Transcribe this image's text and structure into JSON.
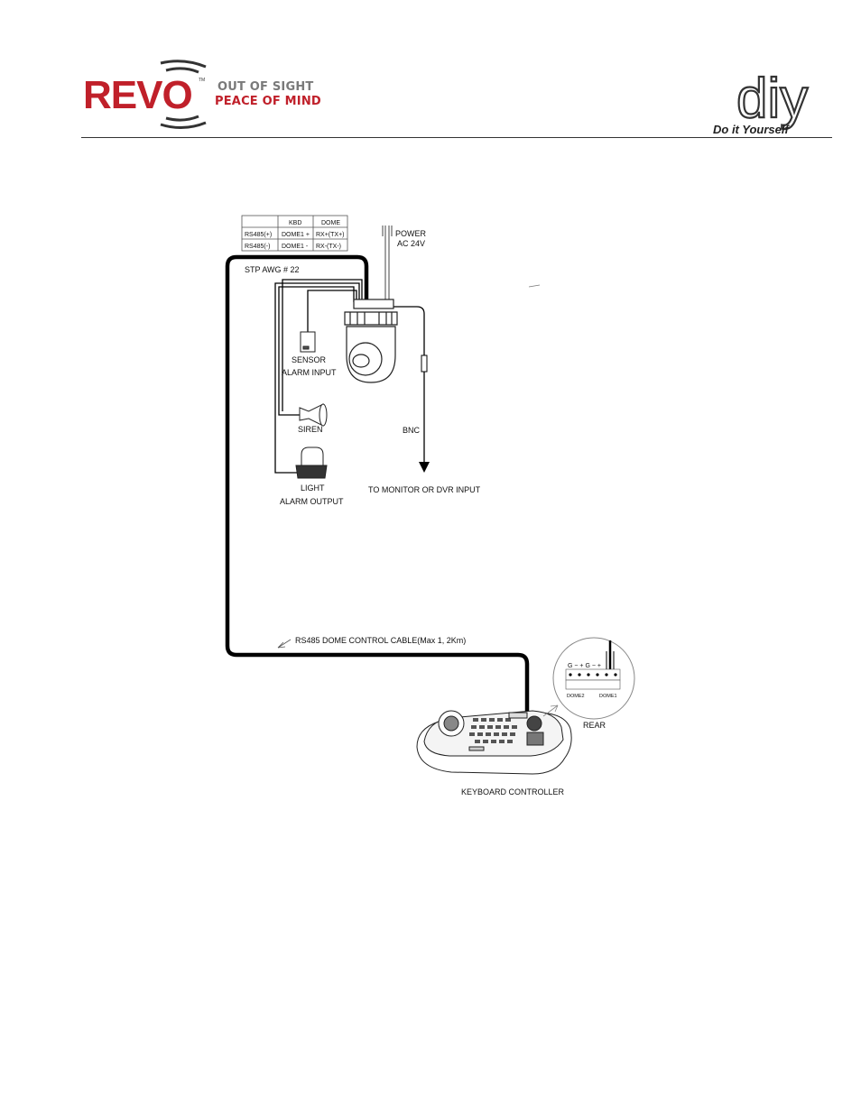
{
  "header": {
    "brand": "REVO",
    "trademark": "TM",
    "tagline_1": "OUT OF SIGHT",
    "tagline_2": "PEACE OF MIND",
    "right_logo": "diy",
    "right_script": "Do it Yourself",
    "colors": {
      "brand_red": "#c0202a",
      "tagline_gray": "#7a7a7a",
      "dark": "#333333"
    }
  },
  "diagram": {
    "table": {
      "headers": [
        "",
        "KBD",
        "DOME"
      ],
      "rows": [
        [
          "RS485(+)",
          "DOME1 +",
          "RX+(TX+)"
        ],
        [
          "RS485(-)",
          "DOME1 -",
          "RX-(TX-)"
        ]
      ]
    },
    "labels": {
      "stp": "STP AWG # 22",
      "power_1": "POWER",
      "power_2": "AC 24V",
      "sensor": "SENSOR",
      "alarm_input": "ALARM INPUT",
      "siren": "SIREN",
      "bnc": "BNC",
      "light": "LIGHT",
      "alarm_output": "ALARM OUTPUT",
      "monitor": "TO MONITOR OR DVR  INPUT",
      "rs485_cable": "RS485 DOME CONTROL CABLE(Max 1, 2Km)",
      "rear": "REAR",
      "keyboard": "KEYBOARD CONTROLLER",
      "terminal_pins": "G  −  +  G  −  +",
      "dome2": "DOME2",
      "dome1": "DOME1"
    }
  }
}
